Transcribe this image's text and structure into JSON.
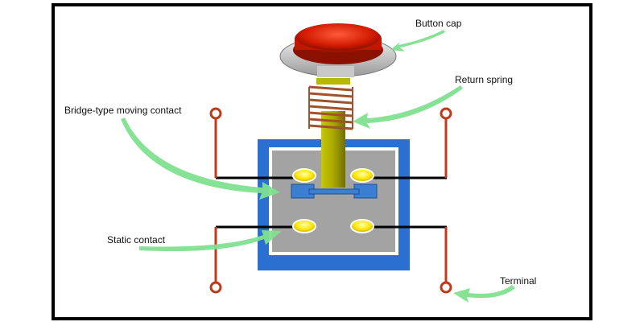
{
  "labels": {
    "button_cap": "Button cap",
    "return_spring": "Return spring",
    "bridge_contact": "Bridge-type moving contact",
    "static_contact": "Static contact",
    "terminal": "Terminal"
  },
  "colors": {
    "frame": "#000000",
    "housing_outer": "#2b6fd1",
    "housing_inner": "#a3a3a3",
    "housing_border": "#ffffff",
    "plunger": "#a8a800",
    "spring": "#a0522d",
    "cap_red": "#d21a00",
    "cap_rim": "#c9c9c9",
    "contact_yellow": "#ffe600",
    "bridge_blue": "#3a7fd0",
    "terminal_red": "#c0391b",
    "arrow_green": "#7fe08f"
  }
}
